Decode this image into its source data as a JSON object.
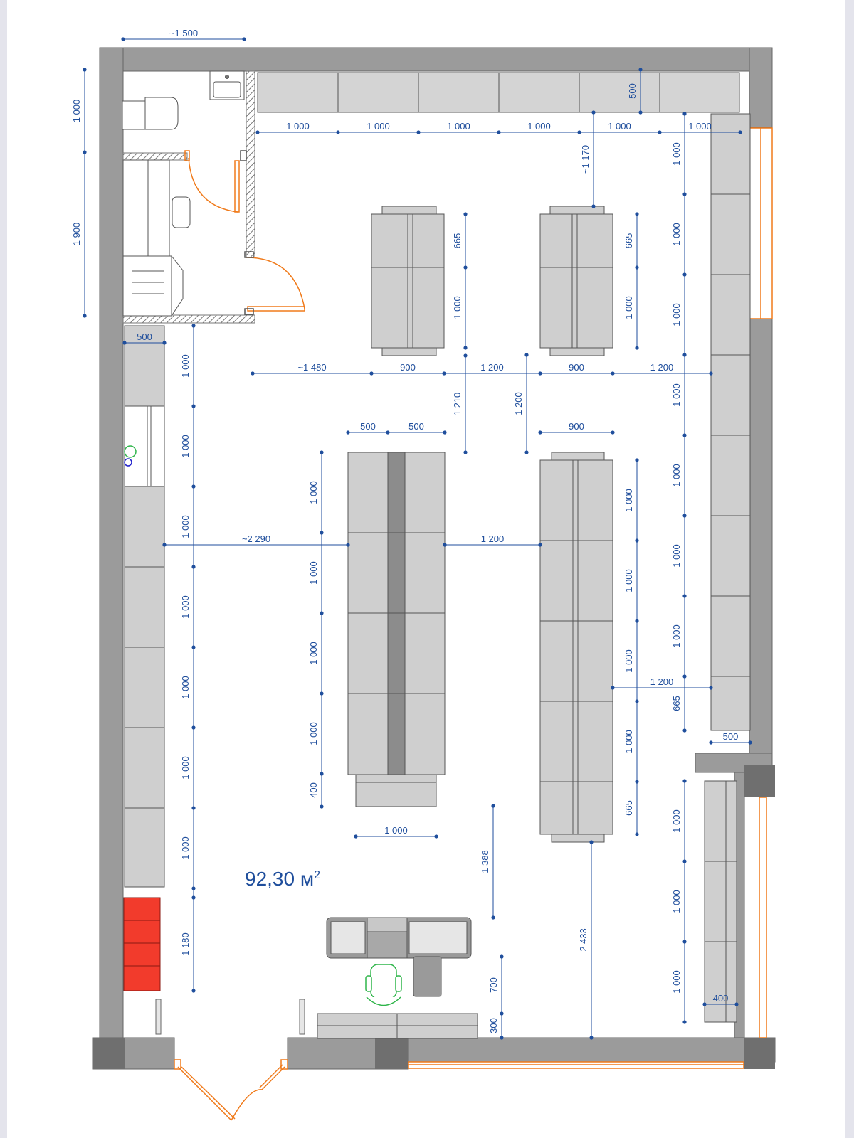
{
  "plan": {
    "area_value": "92,30 м",
    "area_sup": "2"
  },
  "colors": {
    "wall": "#9b9b9b",
    "wall_dark": "#6f6f6f",
    "fixture": "#cfcfcf",
    "fixture_stroke": "#555555",
    "spine": "#8c8c8c",
    "dimension": "#1f4e9c",
    "door": "#f07a1a",
    "fire": "#f23b2c",
    "chair": "#2fb54a"
  },
  "dims": {
    "top_1500": "~1 500",
    "left_1000": "1 000",
    "left_1900": "1 900",
    "top_500": "500",
    "row": [
      "1 000",
      "1 000",
      "1 000",
      "1 000",
      "1 000",
      "1 000"
    ],
    "v_1170": "~1 170",
    "right_col": [
      "1 000",
      "1 000",
      "1 000",
      "1 000",
      "1 000",
      "1 000",
      "1 000",
      "665"
    ],
    "g1_665": "665",
    "g1_1000": "1 000",
    "g2_665": "665",
    "g2_1000": "1 000",
    "r_1480": "~1 480",
    "r_900a": "900",
    "r_1200a": "1 200",
    "r_900b": "900",
    "r_1200b": "1 200",
    "v_1210": "1 210",
    "v_1200": "1 200",
    "w_500a": "500",
    "w_500b": "500",
    "w_900": "900",
    "left_500": "500",
    "left_col": [
      "1 000",
      "1 000",
      "1 000",
      "1 000",
      "1 000",
      "1 000",
      "1 000",
      "1 180"
    ],
    "h_2290": "~2 290",
    "h_1200": "1 200",
    "mid_col": [
      "1 000",
      "1 000",
      "1 000",
      "1 000",
      "400"
    ],
    "g4_col": [
      "1 000",
      "1 000",
      "1 000",
      "1 000",
      "665"
    ],
    "h_1200_right": "1 200",
    "w_500_right": "500",
    "w_1000": "1 000",
    "v_1388": "1 388",
    "v_2433": "2 433",
    "v_700": "700",
    "v_300": "300",
    "br_col": [
      "1 000",
      "1 000",
      "1 000"
    ],
    "w_400": "400"
  }
}
